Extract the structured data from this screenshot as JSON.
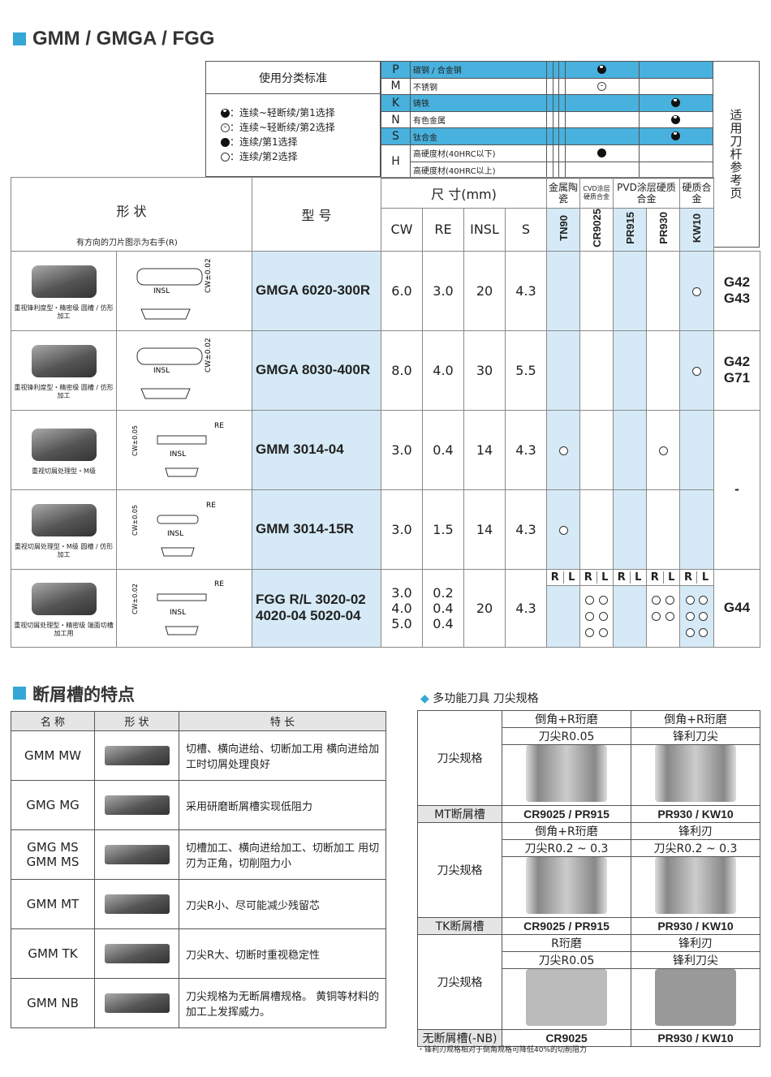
{
  "header": {
    "title": "GMM / GMGA / FGG"
  },
  "legend": {
    "title": "使用分类标准",
    "items": [
      "：连续~轻断续/第1选择",
      "：连续~轻断续/第2选择",
      "：连续/第1选择",
      "：连续/第2选择"
    ]
  },
  "classes": [
    {
      "letter": "P",
      "desc": "碳钢 / 合金钢"
    },
    {
      "letter": "M",
      "desc": "不锈钢"
    },
    {
      "letter": "K",
      "desc": "铸铁"
    },
    {
      "letter": "N",
      "desc": "有色金属"
    },
    {
      "letter": "S",
      "desc": "钛合金"
    },
    {
      "letter": "H",
      "desc": "高硬度材(40HRC以下)"
    },
    {
      "letter": "",
      "desc": "高硬度材(40HRC以上)"
    }
  ],
  "ref_label": "适用刀杆参考页",
  "headers": {
    "shape": "形  状",
    "shape_note": "有方向的刀片图示为右手(R)",
    "model": "型  号",
    "dims": "尺  寸(mm)",
    "cols": [
      "CW",
      "RE",
      "INSL",
      "S"
    ],
    "grade_groups": [
      "金属陶瓷",
      "CVD涂层硬质合金",
      "PVD涂层硬质合金",
      "硬质合金"
    ],
    "grades": [
      "TN90",
      "CR9025",
      "PR915",
      "PR930",
      "KW10"
    ]
  },
  "rows": [
    {
      "caption": "重视锋利度型・精密级 圆槽 / 仿形加工",
      "model": "GMGA 6020-300R",
      "cw": "6.0",
      "re": "3.0",
      "insl": "20",
      "s": "4.3",
      "ref": "G42 G43"
    },
    {
      "caption": "重视锋利度型・精密级 圆槽 / 仿形加工",
      "model": "GMGA 8030-400R",
      "cw": "8.0",
      "re": "4.0",
      "insl": "30",
      "s": "5.5",
      "ref": "G42 G71"
    },
    {
      "caption": "重视切屑处理型・M级",
      "model": "GMM  3014-04",
      "cw": "3.0",
      "re": "0.4",
      "insl": "14",
      "s": "4.3",
      "ref": "-"
    },
    {
      "caption": "重视切屑处理型・M级 圆槽 / 仿形加工",
      "model": "GMM  3014-15R",
      "cw": "3.0",
      "re": "1.5",
      "insl": "14",
      "s": "4.3"
    },
    {
      "caption": "重视切屑处理型・精密级 端面切槽加工用",
      "model": "FGG R/L 3020-02 4020-04 5020-04",
      "cw": "3.0 4.0 5.0",
      "re": "0.2 0.4 0.4",
      "insl": "20",
      "s": "4.3",
      "ref": "G44"
    }
  ],
  "rl": [
    "R",
    "L",
    "R",
    "L",
    "R",
    "L",
    "R",
    "L",
    "R",
    "L"
  ],
  "features": {
    "title": "断屑槽的特点",
    "headers": [
      "名  称",
      "形  状",
      "特  长"
    ],
    "rows": [
      {
        "name": "GMM MW",
        "desc": "切槽、横向进给、切断加工用 横向进给加工时切屑处理良好"
      },
      {
        "name": "GMG MG",
        "desc": "采用研磨断屑槽实现低阻力"
      },
      {
        "name": "GMG MS GMM MS",
        "desc": "切槽加工、横向进给加工、切断加工 用切刃为正角，切削阻力小"
      },
      {
        "name": "GMM MT",
        "desc": "刀尖R小、尽可能减少残留芯"
      },
      {
        "name": "GMM TK",
        "desc": "刀尖R大、切断时重视稳定性"
      },
      {
        "name": "GMM NB",
        "desc": "刀尖规格为无断屑槽规格。 黄铜等材料的加工上发挥威力。"
      }
    ]
  },
  "tip": {
    "title": "多功能刀具 刀尖规格",
    "label": "刀尖规格",
    "groups": [
      {
        "name": "MT断屑槽",
        "a1": "倒角+R珩磨",
        "a2": "刀尖R0.05",
        "b1": "倒角+R珩磨",
        "b2": "锋利刀尖",
        "ga": "CR9025 / PR915",
        "gb": "PR930 / KW10"
      },
      {
        "name": "TK断屑槽",
        "a1": "倒角+R珩磨",
        "a2": "刀尖R0.2 ~ 0.3",
        "b1": "锋利刃",
        "b2": "刀尖R0.2 ~ 0.3",
        "ga": "CR9025 / PR915",
        "gb": "PR930 / KW10"
      },
      {
        "name": "无断屑槽(-NB)",
        "a1": "R珩磨",
        "a2": "刀尖R0.05",
        "b1": "锋利刃",
        "b2": "锋利刀尖",
        "ga": "CR9025",
        "gb": "PR930 / KW10"
      }
    ],
    "note": "・锋利刃规格相对于倒角规格可降低40%的切削阻力"
  },
  "colors": {
    "accent": "#35a7d7",
    "class_bg": "#48b1dd",
    "col_bg": "#d5eaf6"
  }
}
